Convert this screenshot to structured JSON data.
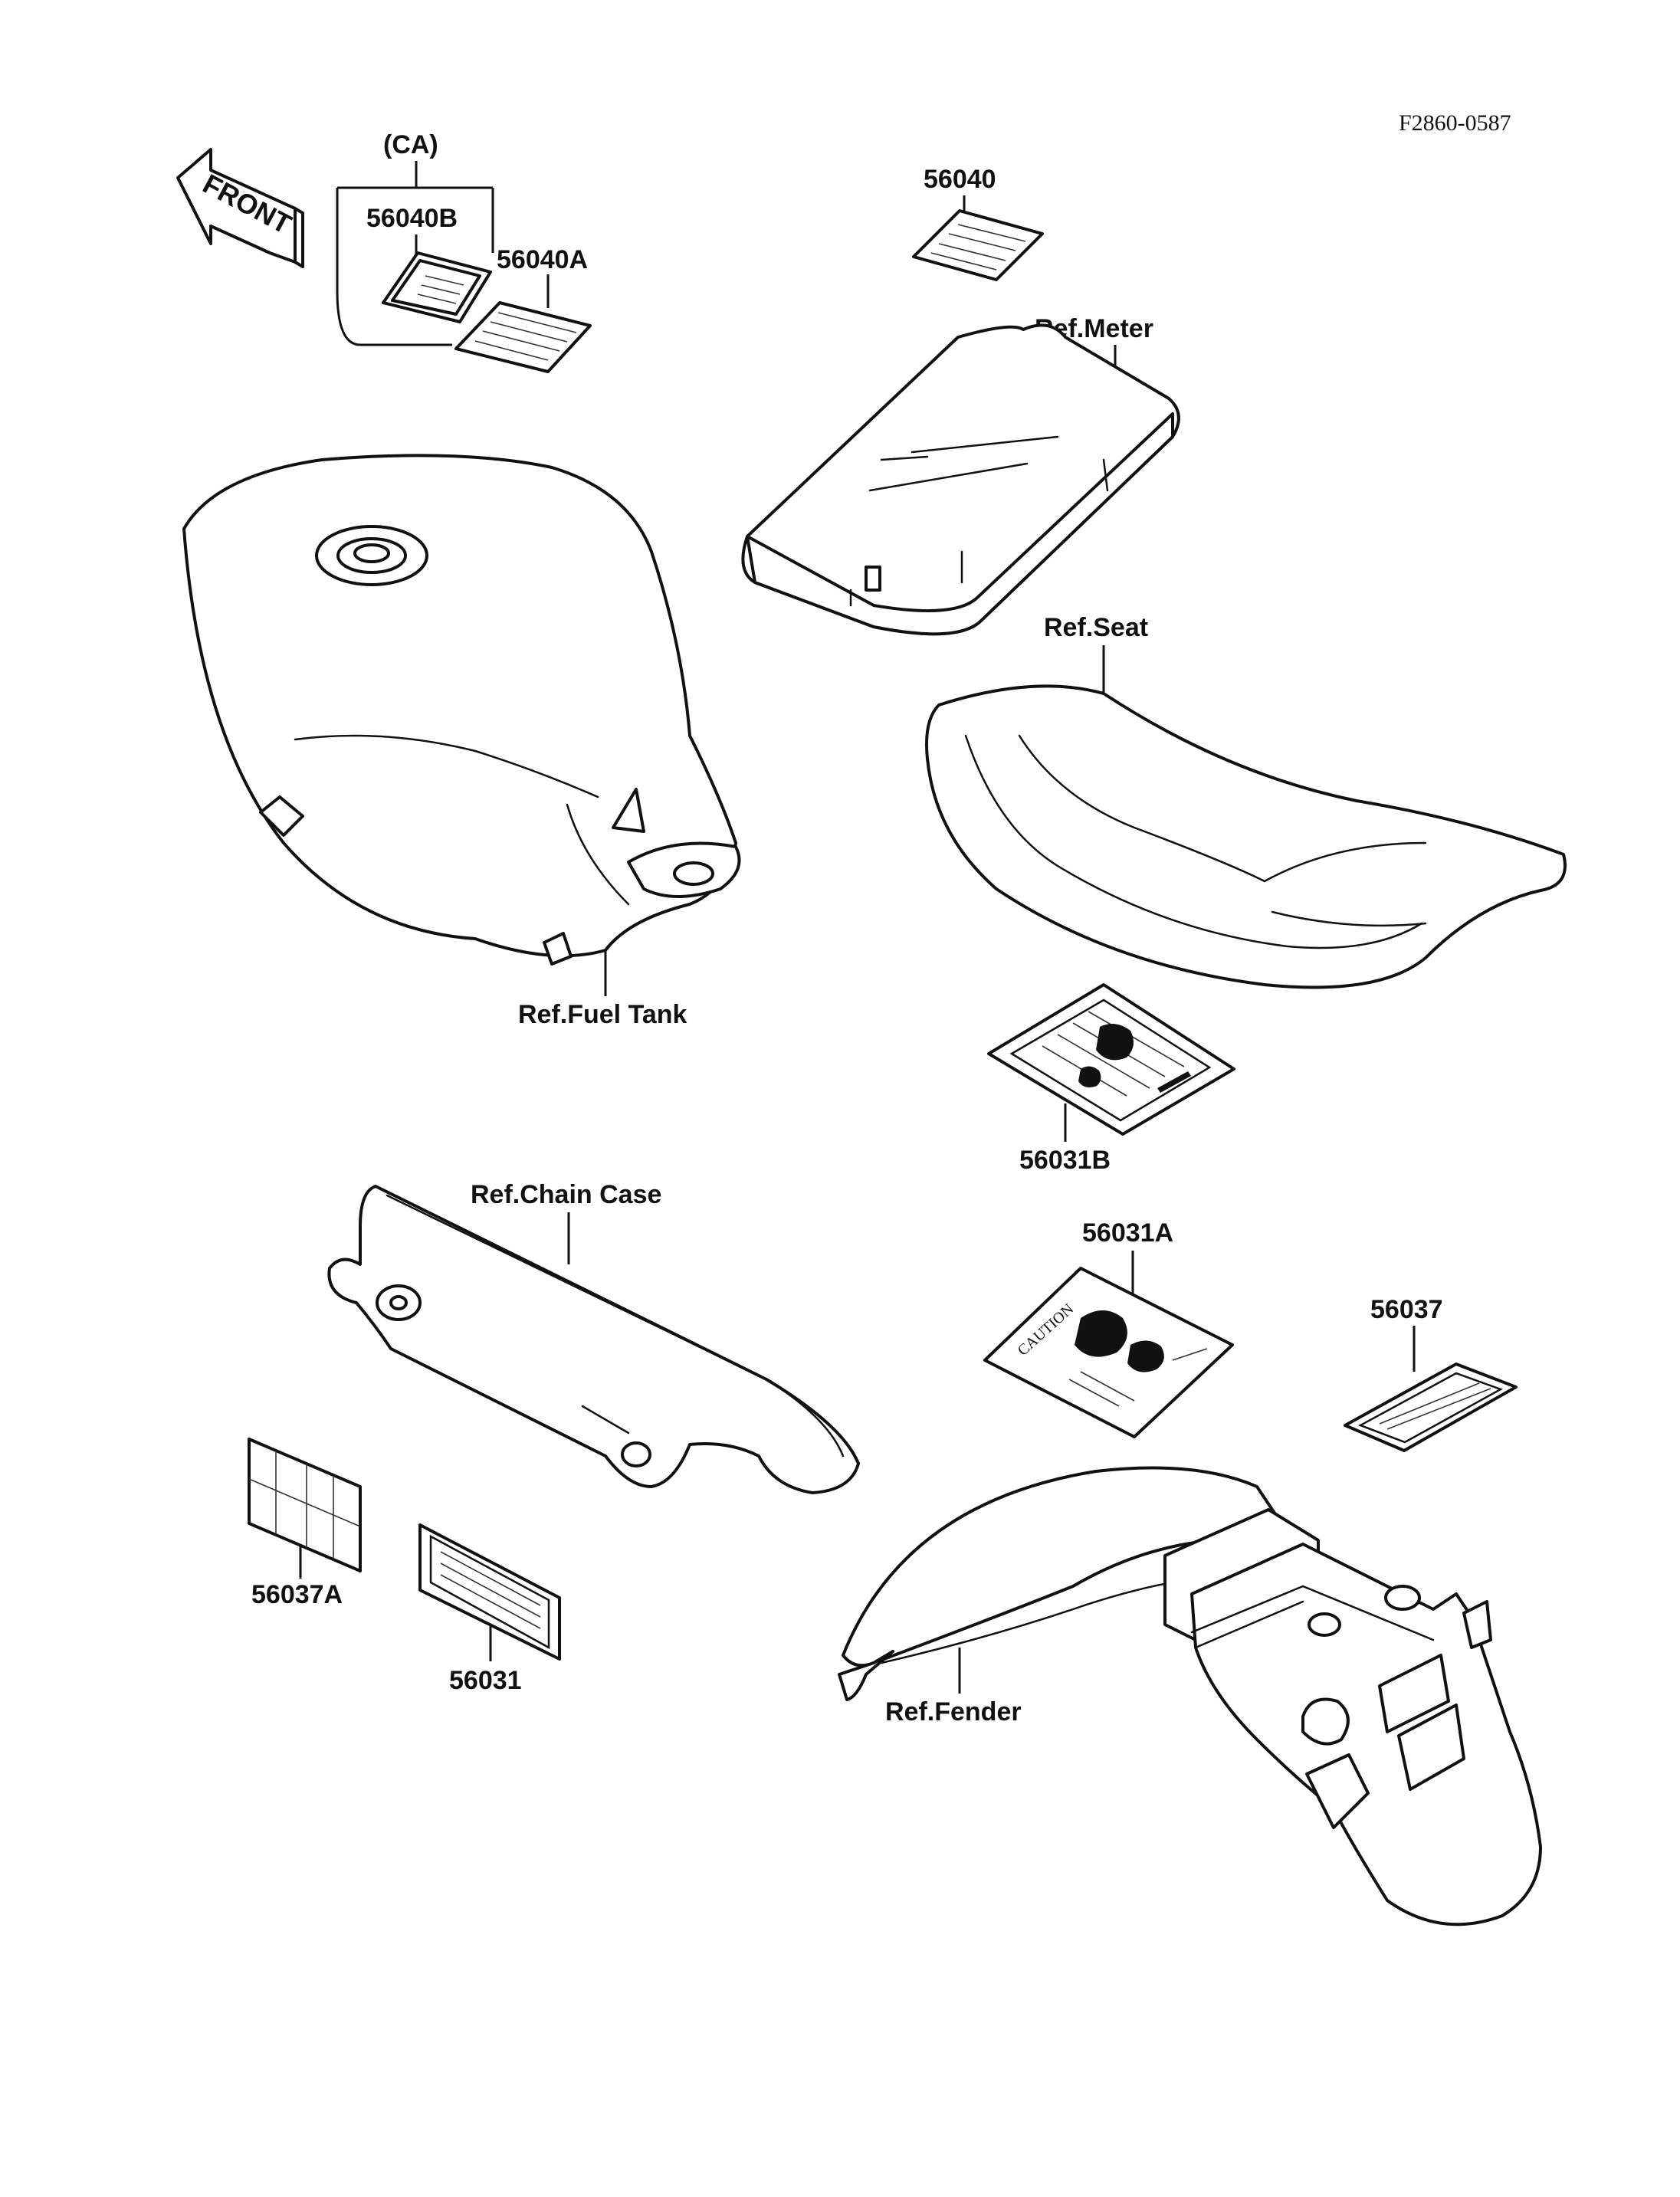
{
  "drawing_code": "F2860-0587",
  "direction": {
    "text": "FRONT"
  },
  "canada_group": {
    "label": "(CA)"
  },
  "labels": {
    "l_56040B": "56040B",
    "l_56040A": "56040A",
    "l_56040": "56040",
    "ref_meter": "Ref.Meter",
    "ref_seat": "Ref.Seat",
    "ref_fuel_tank": "Ref.Fuel Tank",
    "l_56031B": "56031B",
    "ref_chain_case": "Ref.Chain Case",
    "l_56031A": "56031A",
    "l_56037": "56037",
    "l_56037A": "56037A",
    "l_56031": "56031",
    "ref_fender": "Ref.Fender"
  },
  "caution_text": "CAUTION"
}
